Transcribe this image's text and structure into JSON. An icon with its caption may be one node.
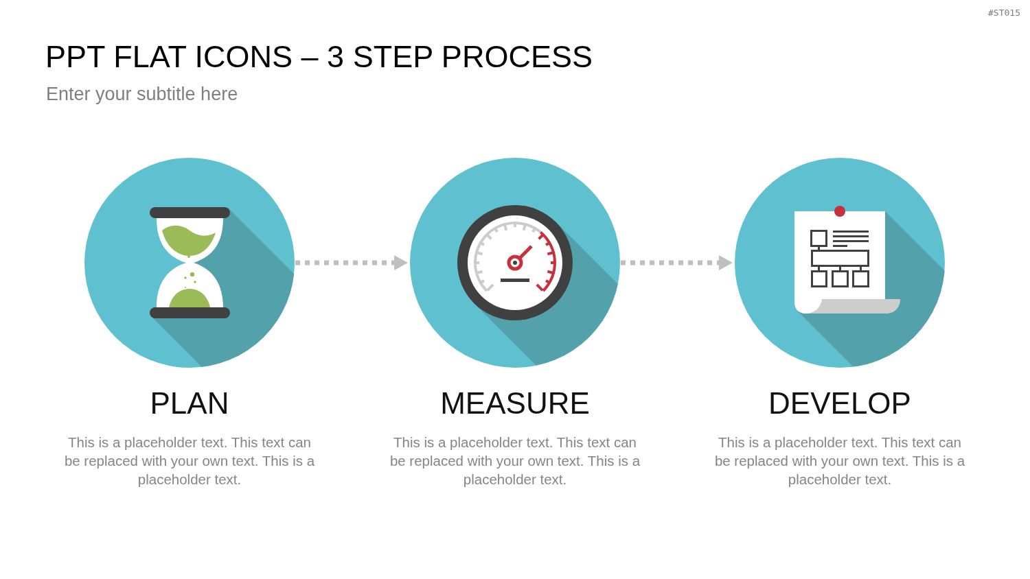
{
  "diagram": {
    "title": "PPT FLAT ICONS – 3 STEP PROCESS",
    "nodes": [
      {
        "text": [
          "PLAN",
          "This is a placeholder text. This text can be replaced with your own text. This is a placeholder text."
        ]
      },
      {
        "text": [
          "MEASURE",
          "This is a placeholder text. This text can be replaced with your own text. This is a placeholder text."
        ]
      },
      {
        "text": [
          "DEVELOP",
          "This is a placeholder text. This text can be replaced with your own text. This is a placeholder text."
        ]
      }
    ],
    "edges": [
      {
        "from": 0,
        "to": 1,
        "arrow": "to",
        "style": "dashed"
      },
      {
        "from": 1,
        "to": 2,
        "arrow": "to",
        "style": "dashed"
      }
    ],
    "labels": [
      "#ST015",
      "Enter your subtitle here"
    ]
  }
}
